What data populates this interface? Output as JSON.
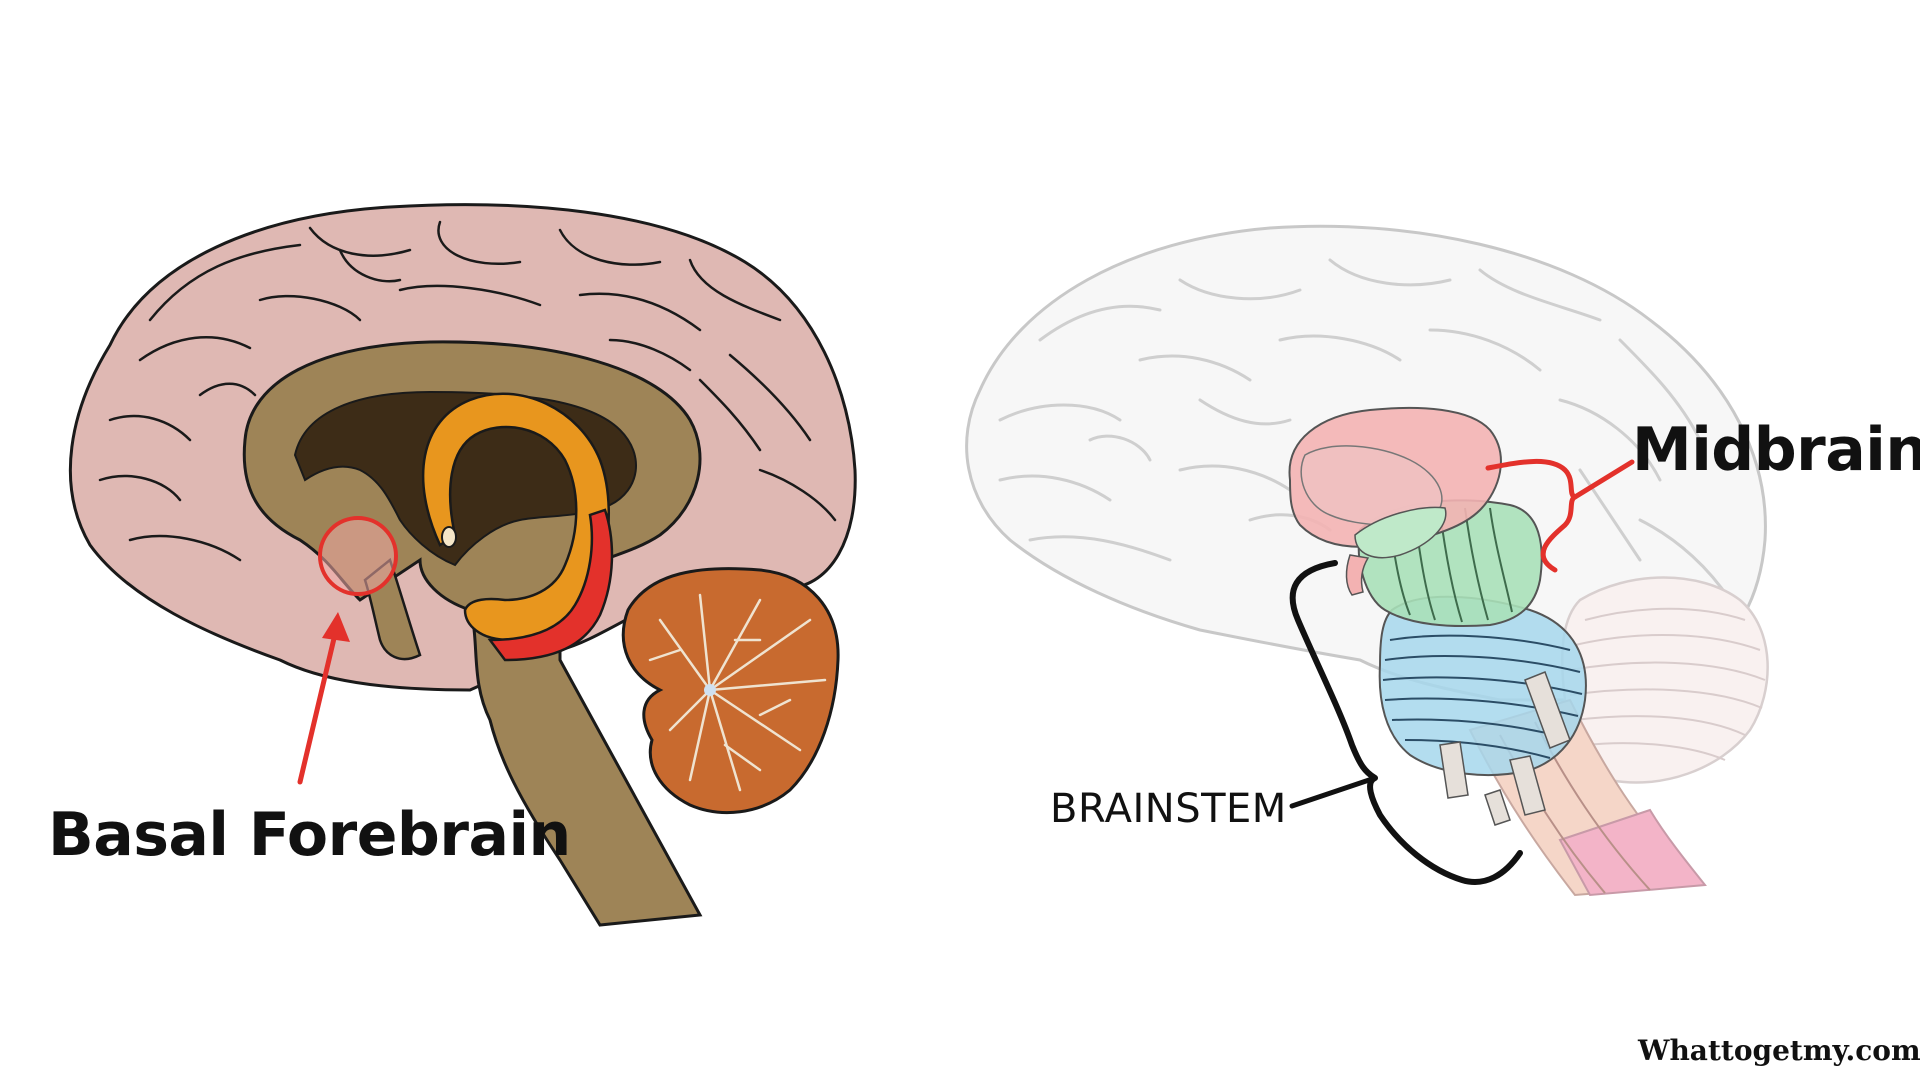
{
  "labels": {
    "basal_forebrain": "Basal Forebrain",
    "midbrain": "Midbrain",
    "brainstem": "BRAINSTEM"
  },
  "watermark": "Whattogetmy.com",
  "colors": {
    "cortex": "#dfb8b3",
    "corpus_callosum": "#9e8457",
    "ventricle": "#3d2c17",
    "fornix": "#e8961e",
    "highlight": "#e3312b",
    "cerebellum": "#c86a2f",
    "midbrain": "#f3b2b2",
    "pons": "#a9e0b8",
    "medulla": "#a6d7ec",
    "outline": "#111111"
  }
}
